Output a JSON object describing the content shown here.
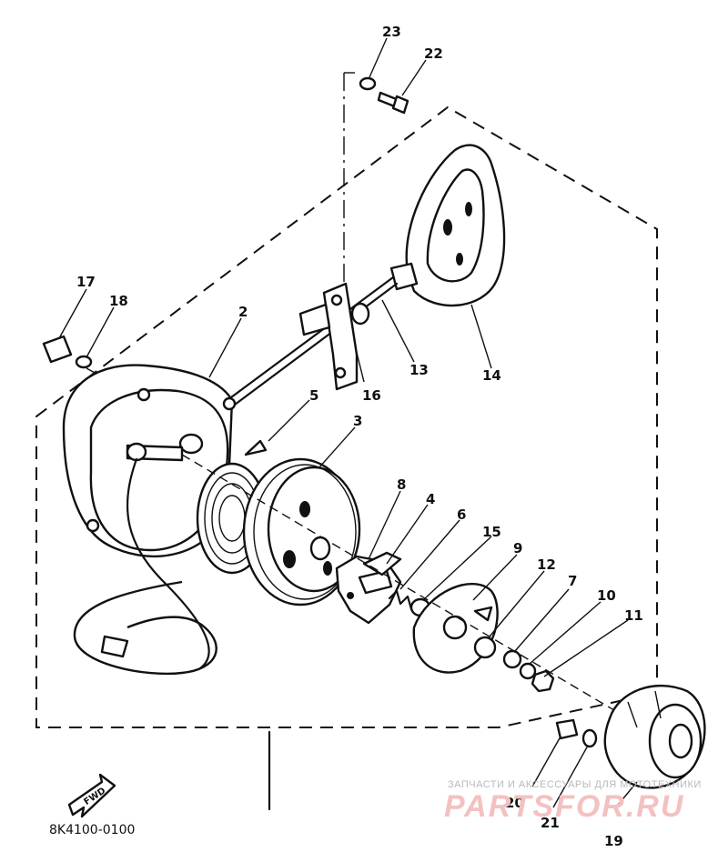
{
  "diagram": {
    "part_labels": [
      "23",
      "22",
      "17",
      "18",
      "2",
      "5",
      "16",
      "13",
      "14",
      "3",
      "8",
      "4",
      "6",
      "15",
      "9",
      "12",
      "7",
      "10",
      "11",
      "20",
      "21",
      "19"
    ],
    "drawing_code": "8K4100-0100",
    "direction_badge": "FWD"
  },
  "watermark": {
    "tagline": "ЗАПЧАСТИ И АКСЕССУАРЫ ДЛЯ МОТОТЕХНИКИ",
    "brand": "PARTSFOR.RU"
  }
}
